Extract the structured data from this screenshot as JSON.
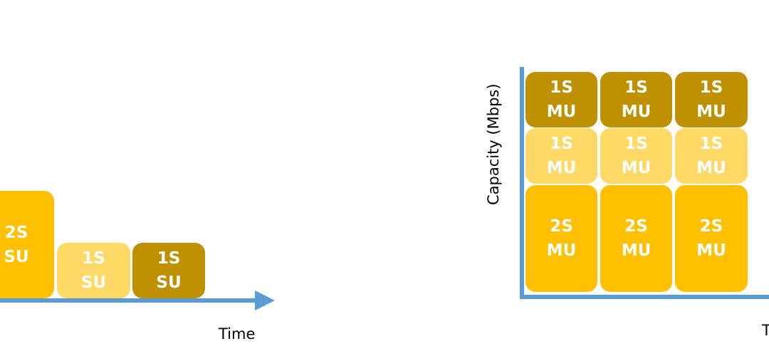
{
  "left": {
    "xlabel": "Time",
    "blocks": [
      {
        "line1": "2S",
        "line2": "SU"
      },
      {
        "line1": "1S",
        "line2": "SU"
      },
      {
        "line1": "1S",
        "line2": "SU"
      }
    ]
  },
  "right": {
    "ylabel": "Capacity (Mbps)",
    "xlabel_visible": "T",
    "rows": {
      "top": [
        {
          "line1": "1S",
          "line2": "MU"
        },
        {
          "line1": "1S",
          "line2": "MU"
        },
        {
          "line1": "1S",
          "line2": "MU"
        }
      ],
      "middle": [
        {
          "line1": "1S",
          "line2": "MU"
        },
        {
          "line1": "1S",
          "line2": "MU"
        },
        {
          "line1": "1S",
          "line2": "MU"
        }
      ],
      "bottom": [
        {
          "line1": "2S",
          "line2": "MU"
        },
        {
          "line1": "2S",
          "line2": "MU"
        },
        {
          "line1": "2S",
          "line2": "MU"
        }
      ]
    }
  },
  "colors": {
    "two_stream": "#FFC000",
    "one_stream_light": "#FFD966",
    "one_stream_dark": "#BF9000",
    "axis": "#5B9BD5"
  }
}
